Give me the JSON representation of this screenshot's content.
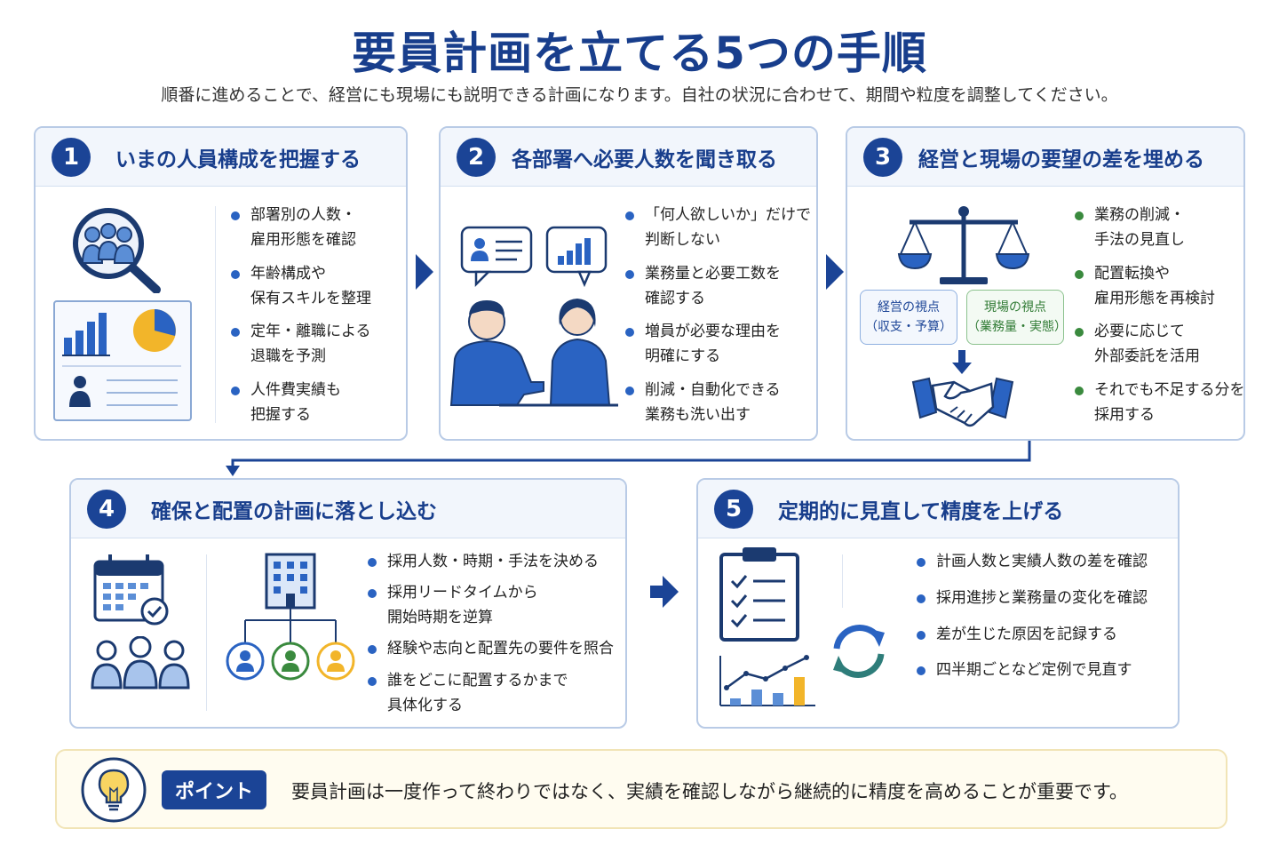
{
  "title": "要員計画を立てる5つの手順",
  "subtitle": "順番に進めることで、経営にも現場にも説明できる計画になります。自社の状況に合わせて、期間や粒度を調整してください。",
  "steps": [
    {
      "number": "1",
      "title": "いまの人員構成を把握する",
      "bullets": [
        "部署別の人数・",
        "雇用形態を確認",
        "年齢構成や",
        "保有スキルを整理",
        "定年・離職による",
        "退職を予測",
        "人件費実績も",
        "把握する"
      ]
    },
    {
      "number": "2",
      "title": "各部署へ必要人数を聞き取る",
      "bullets": [
        "「何人欲しいか」だけで",
        "判断しない",
        "業務量と必要工数を",
        "確認する",
        "増員が必要な理由を",
        "明確にする",
        "削減・自動化できる",
        "業務も洗い出す"
      ]
    },
    {
      "number": "3",
      "title": "経営と現場の要望の差を埋める",
      "badge_exec": [
        "経営の視点",
        "（収支・予算）"
      ],
      "badge_field": [
        "現場の視点",
        "（業務量・実態）"
      ],
      "bullets": [
        "業務の削減・",
        "手法の見直し",
        "配置転換や",
        "雇用形態を再検討",
        "必要に応じて",
        "外部委託を活用",
        "それでも不足する分を",
        "採用する"
      ]
    },
    {
      "number": "4",
      "title": "確保と配置の計画に落とし込む",
      "bullets": [
        "採用人数・時期・手法を決める",
        "採用リードタイムから",
        "開始時期を逆算",
        "経験や志向と配置先の要件を照合",
        "誰をどこに配置するかまで",
        "具体化する"
      ]
    },
    {
      "number": "5",
      "title": "定期的に見直して精度を上げる",
      "bullets": [
        "計画人数と実績人数の差を確認",
        "採用進捗と業務量の変化を確認",
        "差が生じた原因を記録する",
        "四半期ごとなど定例で見直す"
      ]
    }
  ],
  "point": {
    "label": "ポイント",
    "text": "要員計画は一度作って終わりではなく、実績を確認しながら継続的に精度を高めることが重要です。"
  },
  "colors": {
    "navy": "#183e8c",
    "blue": "#2a63c2",
    "green": "#3a8a3e",
    "amber": "#f2b52a"
  }
}
